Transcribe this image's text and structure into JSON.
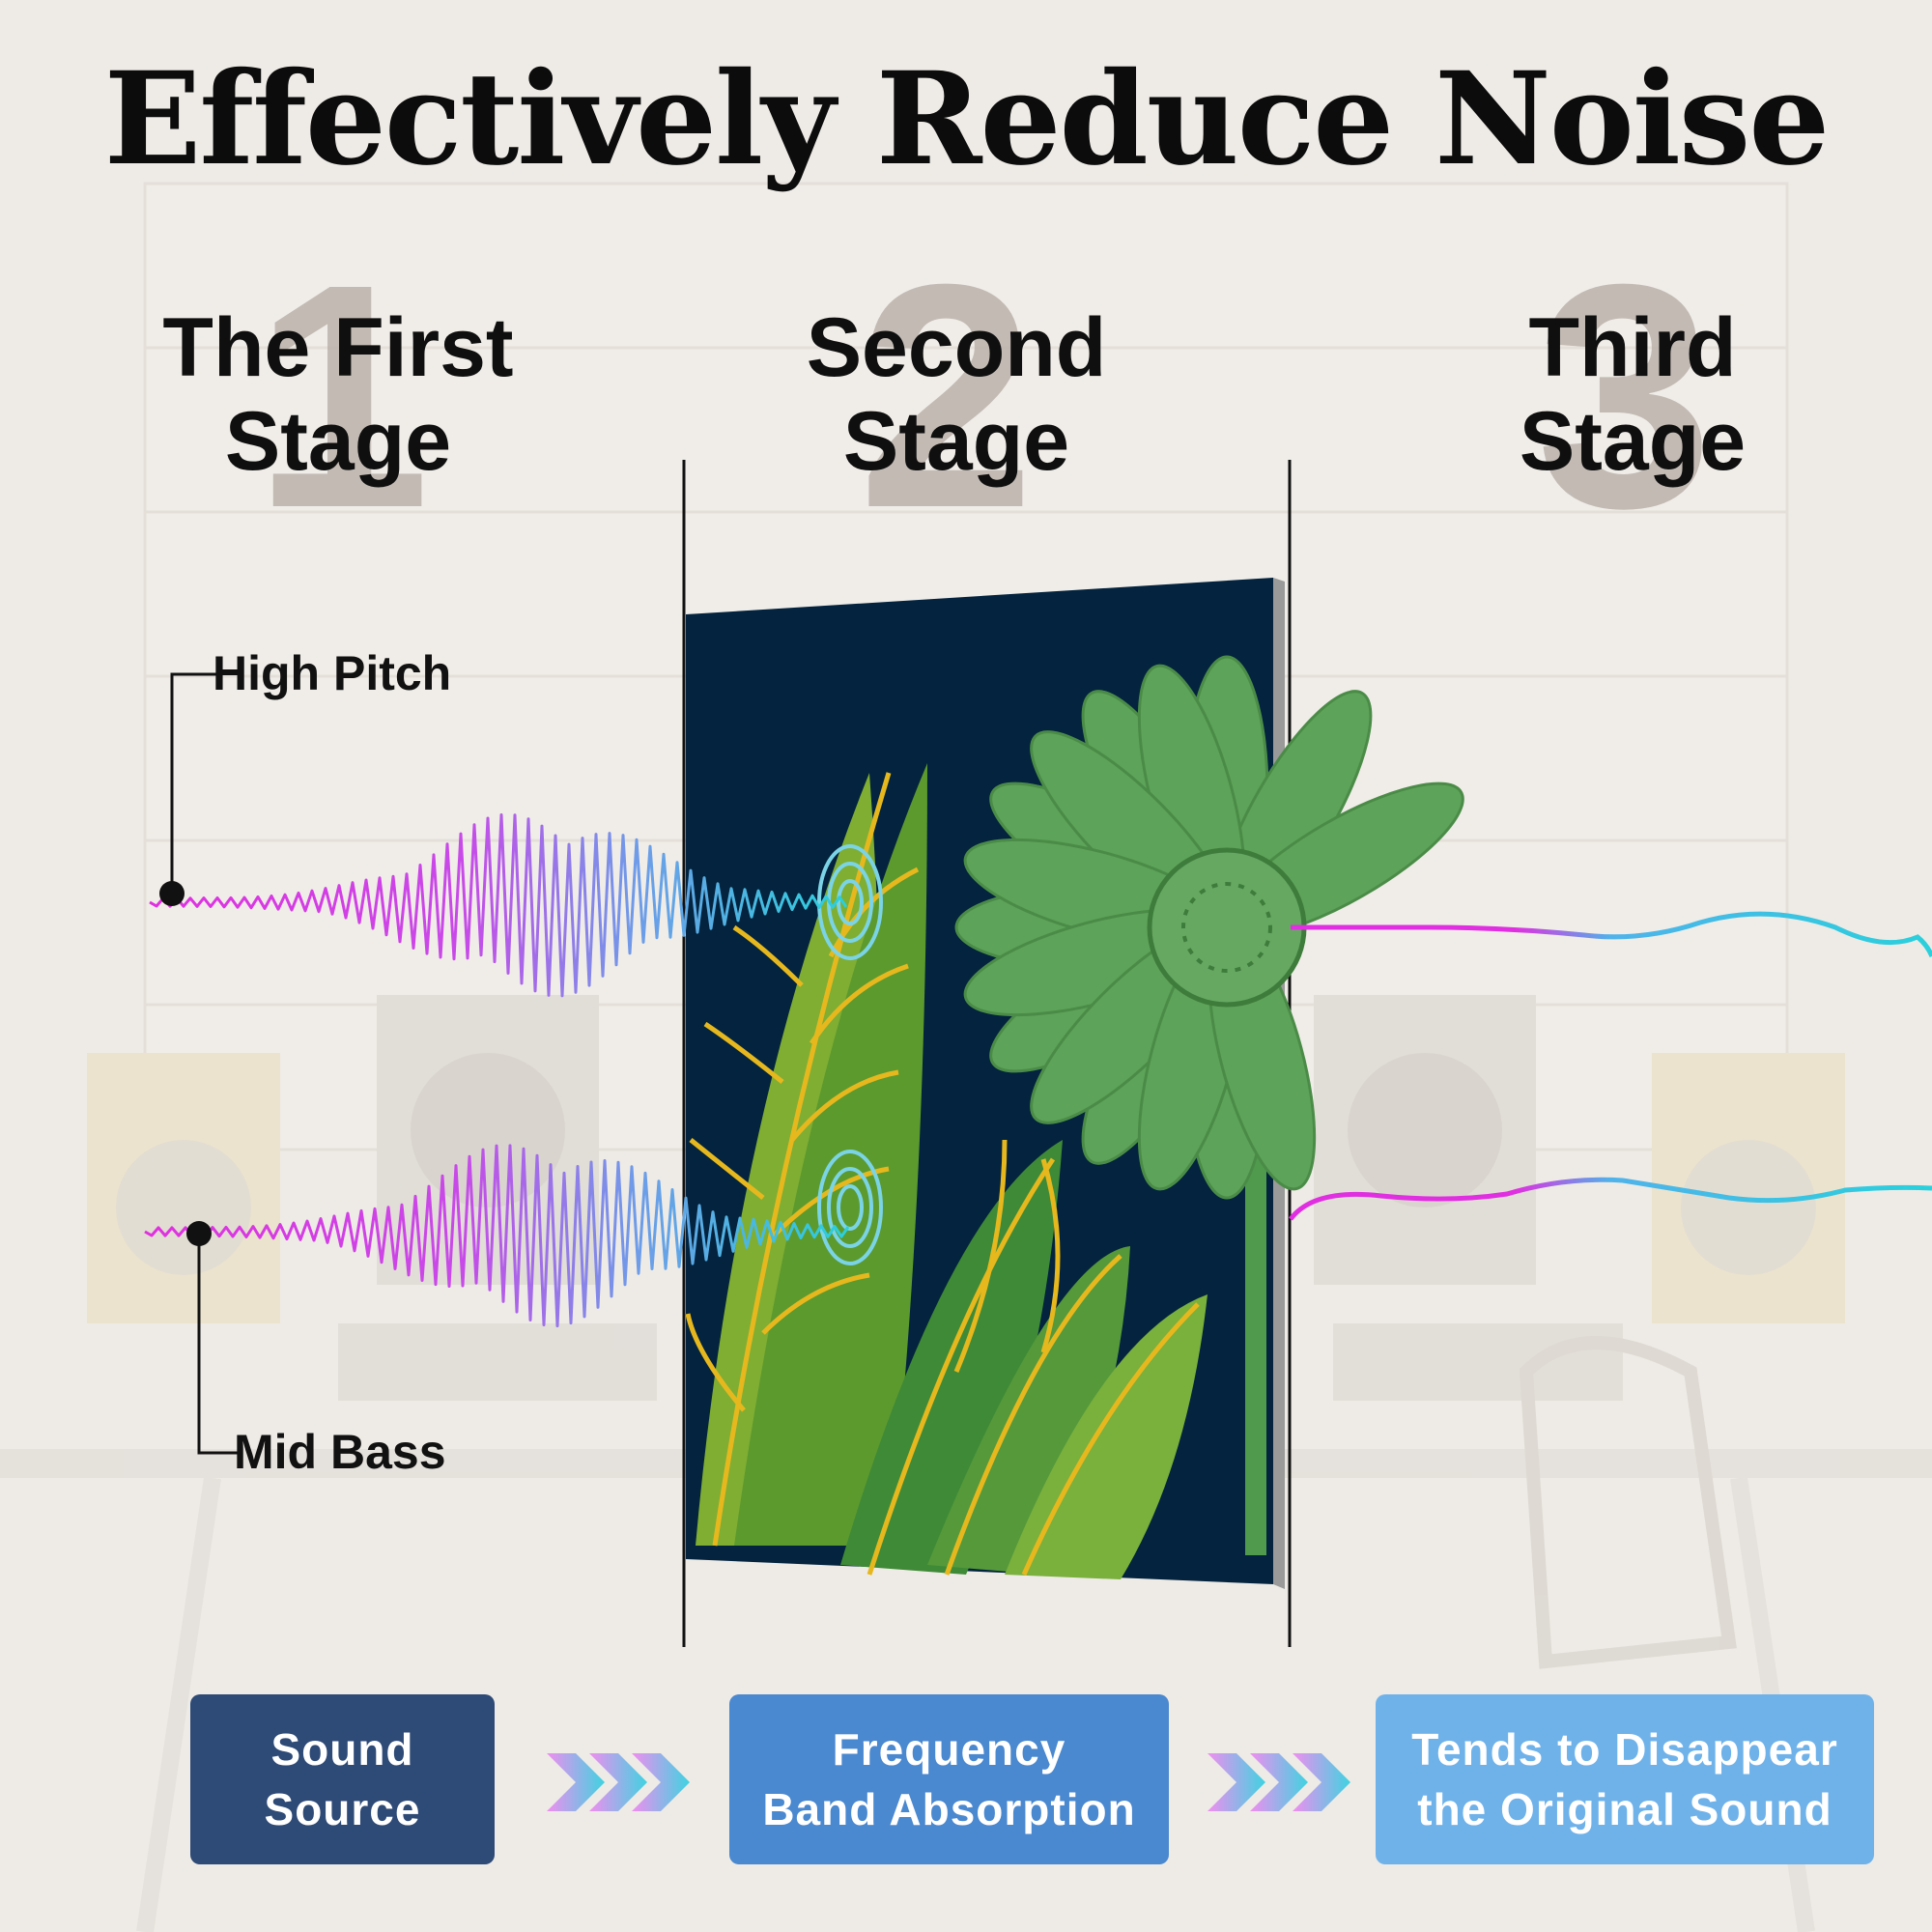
{
  "title": "Effectively Reduce Noise",
  "stages": [
    {
      "number": "1",
      "line1": "The First",
      "line2": "Stage"
    },
    {
      "number": "2",
      "line1": "Second",
      "line2": "Stage"
    },
    {
      "number": "3",
      "line1": "Third",
      "line2": "Stage"
    }
  ],
  "callouts": {
    "high": "High Pitch",
    "mid": "Mid Bass"
  },
  "flow": [
    {
      "line1": "Sound",
      "line2": "Source",
      "color": "#2e4a76"
    },
    {
      "line1": "Frequency",
      "line2": "Band Absorption",
      "color": "#4a88cf"
    },
    {
      "line1": "Tends to Disappear",
      "line2": "the Original Sound",
      "color": "#6fb2ea"
    }
  ],
  "colors": {
    "wave_start": "#e02fe0",
    "wave_end": "#2ad0dc",
    "panel_bg": "#03233e"
  }
}
